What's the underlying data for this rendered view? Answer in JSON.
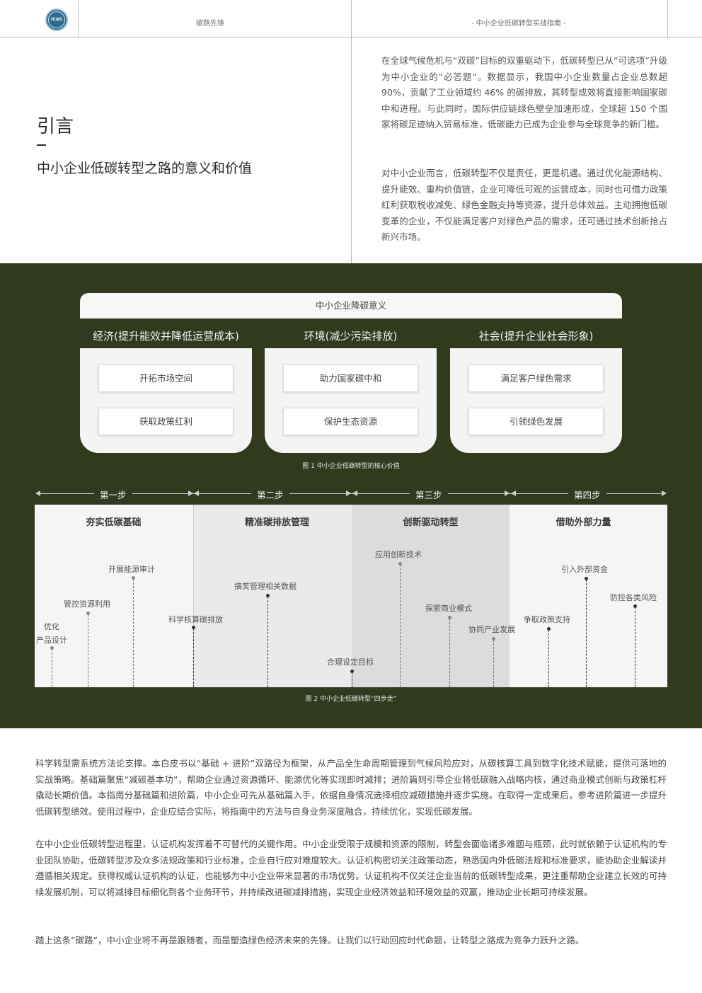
{
  "header": {
    "logo_text": "ICAS",
    "left_title": "碳路先锋",
    "right_title": "- 中小企业低碳转型实战指南 -"
  },
  "intro": {
    "title": "引言",
    "subtitle": "中小企业低碳转型之路的意义和价值",
    "paragraphs": [
      "在全球气候危机与“双碳”目标的双重驱动下，低碳转型已从“可选项”升级为中小企业的“必答题”。数据显示，我国中小企业数量占企业总数超 90%，贡献了工业领域约 46% 的碳排放，其转型成效将直接影响国家碳中和进程。与此同时，国际供应链绿色壁垒加速形成，全球超 150 个国家将碳足迹纳入贸易标准，低碳能力已成为企业参与全球竞争的新门槛。",
      "对中小企业而言，低碳转型不仅是责任，更是机遇。通过优化能源结构、提升能效、重构价值链，企业可降低可观的运营成本，同时也可借力政策红利获取税收减免、绿色金融支持等资源，提升总体效益。主动拥抱低碳变革的企业，不仅能满足客户对绿色产品的需求，还可通过技术创新抢占新兴市场。"
    ]
  },
  "figure1": {
    "top_label": "中小企业降碳意义",
    "categories": [
      {
        "label": "经济(提升能效并降低运营成本)",
        "items": [
          "开拓市场空间",
          "获取政策红利"
        ]
      },
      {
        "label": "环境(减少污染排放)",
        "items": [
          "助力国家碳中和",
          "保护生态资源"
        ]
      },
      {
        "label": "社会(提升企业社会形象)",
        "items": [
          "满足客户绿色需求",
          "引领绿色发展"
        ]
      }
    ],
    "caption": "图 1 中小企业低碳转型的核心价值"
  },
  "figure2": {
    "steps": [
      "第一步",
      "第二步",
      "第三步",
      "第四步"
    ],
    "phases": [
      "夯实低碳基础",
      "精准碳排放管理",
      "创新驱动转型",
      "借助外部力量"
    ],
    "items": [
      "优化",
      "产品设计",
      "管控资源利用",
      "开展能源审计",
      "科学核算碳排放",
      "搞笑管理相关数据",
      "合理设定目标",
      "应用创新技术",
      "探索商业模式",
      "协同产业发展",
      "争取政策支持",
      "引入外部资金",
      "防控各类风险"
    ],
    "caption": "图 2 中小企业低碳转型“四步走”"
  },
  "body": {
    "paragraphs": [
      "科学转型需系统方法论支撑。本白皮书以“基础 + 进阶”双路径为框架，从产品全生命周期管理到气候风险应对，从碳核算工具到数字化技术赋能，提供可落地的实战策略。基础篇聚焦“减碳基本功”，帮助企业通过资源循环、能源优化等实现即时减排；进阶篇则引导企业将低碳融入战略内核，通过商业模式创新与政策杠杆撬动长期价值。本指南分基础篇和进阶篇，中小企业可先从基础篇入手，依据自身情况选择相应减碳措施并逐步实施。在取得一定成果后，参考进阶篇进一步提升低碳转型绩效。使用过程中，企业应结合实际，将指南中的方法与自身业务深度融合，持续优化，实现低碳发展。",
      "在中小企业低碳转型进程里，认证机构发挥着不可替代的关键作用。中小企业受限于规模和资源的限制，转型会面临诸多难题与瓶颈，此时就依赖于认证机构的专业团队协助，低碳转型涉及众多法规政策和行业标准，企业自行应对难度较大。认证机构密切关注政策动态，熟悉国内外低碳法规和标准要求，能协助企业解读并遵循相关规定。获得权威认证机构的认证，也能够为中小企业带来显著的市场优势。认证机构不仅关注企业当前的低碳转型成果，更注重帮助企业建立长效的可持续发展机制，可以将减排目标细化到各个业务环节，并持续改进碳减排措施，实现企业经济效益和环境效益的双赢，推动企业长期可持续发展。",
      "踏上这条“碳路”，中小企业将不再是跟随者，而是塑造绿色经济未来的先锋。让我们以行动回应时代命题，让转型之路成为竞争力跃升之路。"
    ]
  }
}
